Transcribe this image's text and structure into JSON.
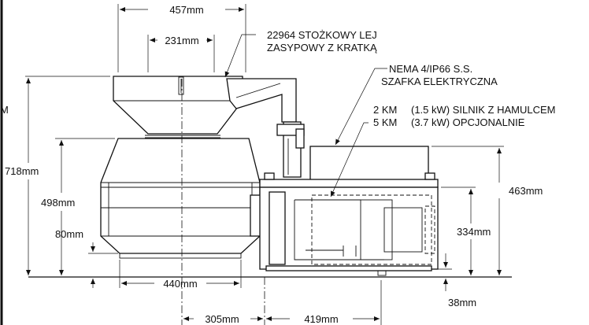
{
  "dimensions": {
    "top_width": "457mm",
    "inner_width": "231mm",
    "total_height": "718mm",
    "body_height": "498mm",
    "foot_height": "80mm",
    "base_width": "440mm",
    "offset_width": "305mm",
    "cabinet_width": "419mm",
    "cabinet_height": "463mm",
    "motor_height": "334mm",
    "clearance": "38mm",
    "edge_fragment": "M"
  },
  "callouts": {
    "hopper_line1": "22964 STOŻKOWY LEJ",
    "hopper_line2": "ZASYPOWY Z KRATKĄ",
    "cabinet_line1": "NEMA 4/IP66 S.S.",
    "cabinet_line2": "SZAFKA ELEKTRYCZNA",
    "motor_line1_power": "2 KM",
    "motor_line1_desc": "(1.5 kW) SILNIK Z HAMULCEM",
    "motor_line2_power": "5 KM",
    "motor_line2_desc": "(3.7 kW) OPCJONALNIE"
  }
}
